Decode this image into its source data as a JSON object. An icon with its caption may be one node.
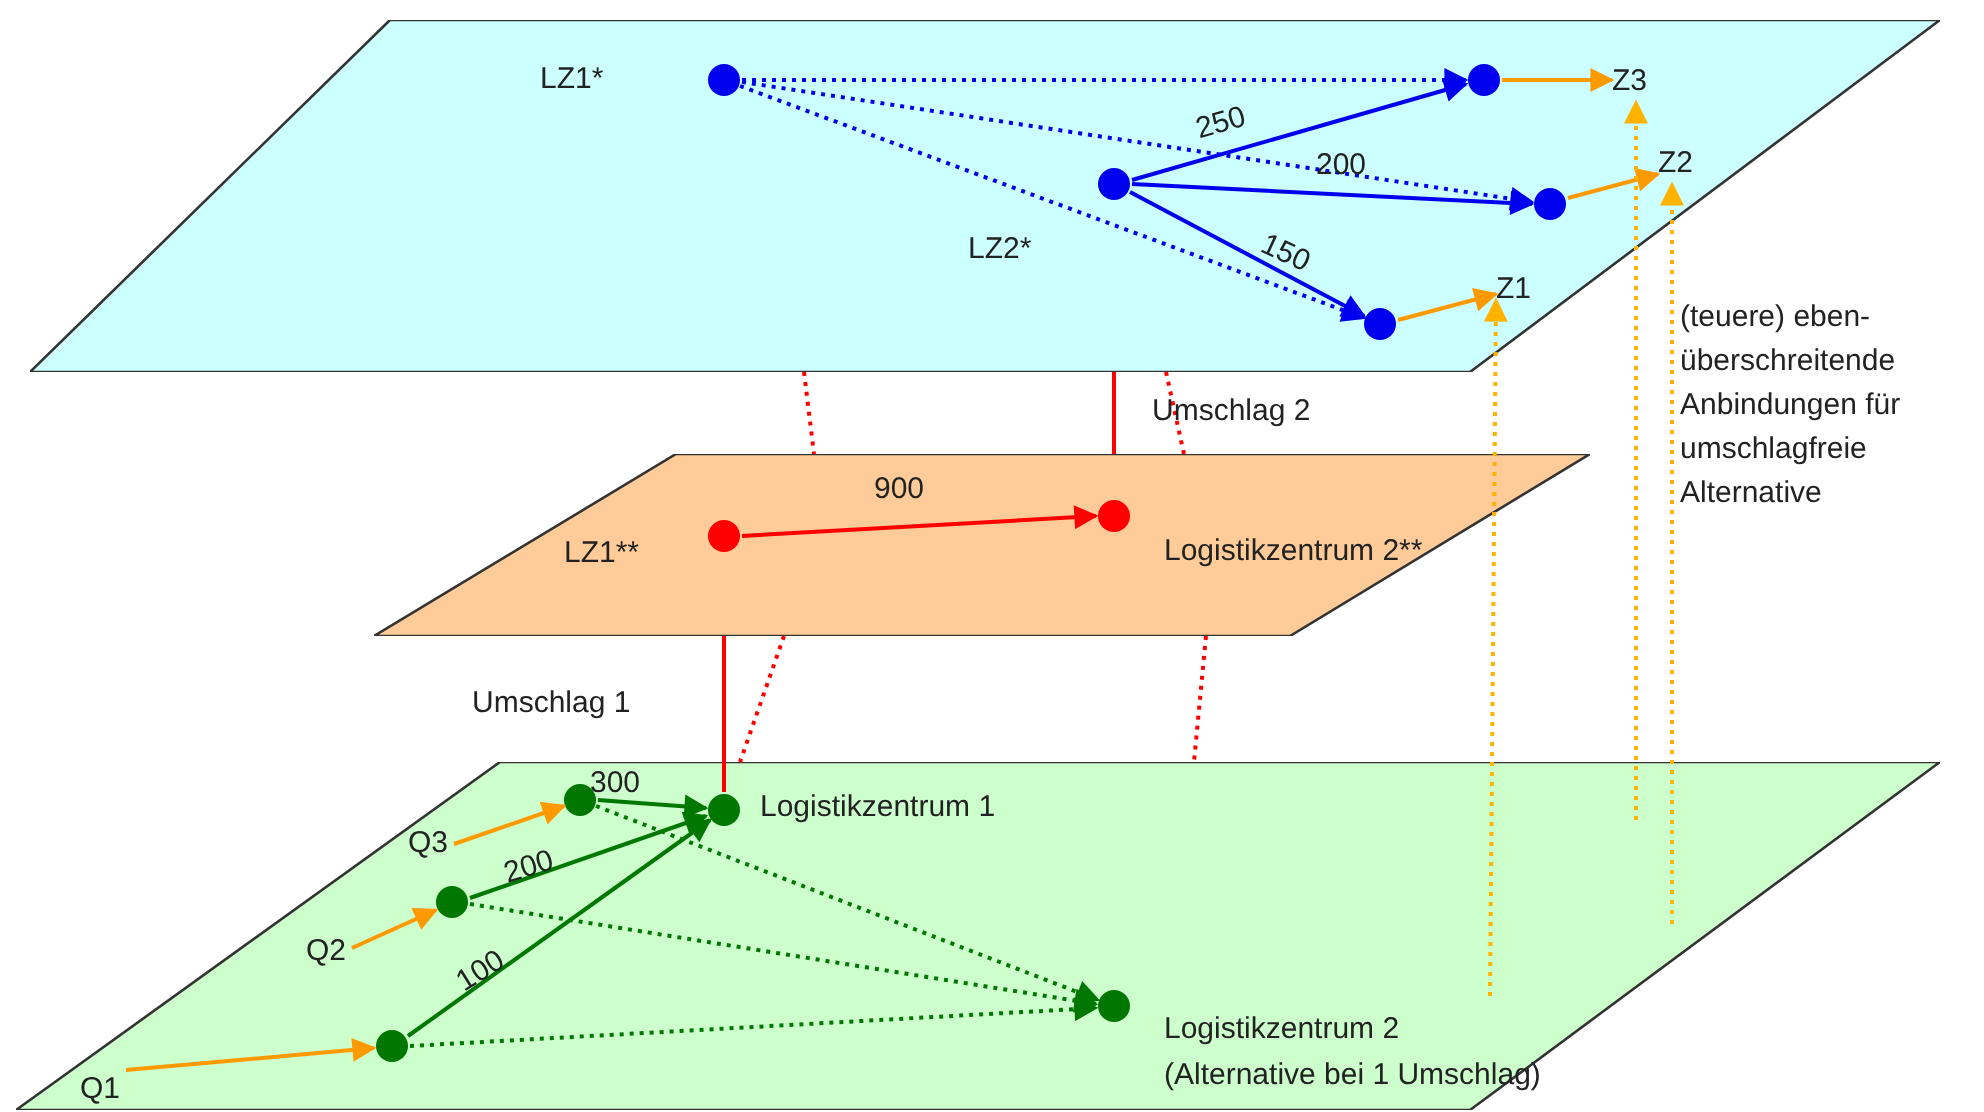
{
  "diagram": {
    "nodes": [
      {
        "text": [],
        "shape": "parallelogram"
      },
      {
        "text": [
          "LZ1*"
        ],
        "in": 0
      },
      {
        "text": [
          "LZ2*"
        ],
        "in": 0
      },
      {
        "text": [],
        "shape": "circle",
        "in": 0
      },
      {
        "text": [],
        "shape": "circle",
        "in": 0
      },
      {
        "text": [],
        "shape": "circle",
        "in": 0
      },
      {
        "text": [
          "Z3"
        ],
        "in": 0
      },
      {
        "text": [
          "Z2"
        ],
        "in": 0
      },
      {
        "text": [
          "Z1"
        ],
        "in": 0
      },
      {
        "text": [],
        "shape": "parallelogram"
      },
      {
        "text": [
          "LZ1**"
        ],
        "in": 9
      },
      {
        "text": [
          "Logistikzentrum 2**"
        ],
        "in": 9
      },
      {
        "text": [],
        "shape": "parallelogram"
      },
      {
        "text": [
          "Q3"
        ],
        "in": 12
      },
      {
        "text": [
          "Q2"
        ],
        "in": 12
      },
      {
        "text": [
          "Q1"
        ],
        "in": 12
      },
      {
        "text": [
          "Logistikzentrum 1"
        ],
        "in": 12
      },
      {
        "text": [
          "Logistikzentrum 2",
          "(Alternative bei 1 Umschlag)"
        ],
        "in": 12
      },
      {
        "text": [],
        "shape": "circle",
        "in": 12
      },
      {
        "text": [],
        "shape": "circle",
        "in": 12
      },
      {
        "text": [],
        "shape": "circle",
        "in": 12
      }
    ],
    "edges": [
      {
        "from": 1,
        "to": 3,
        "arrow": "to",
        "style": "dashed",
        "color": "#0000ee"
      },
      {
        "from": 1,
        "to": 4,
        "arrow": "to",
        "style": "dashed",
        "color": "#0000ee"
      },
      {
        "from": 1,
        "to": 5,
        "arrow": "to",
        "style": "dashed",
        "color": "#0000ee"
      },
      {
        "from": 2,
        "to": 3,
        "arrow": "to",
        "label": "250",
        "color": "#0000ee"
      },
      {
        "from": 2,
        "to": 4,
        "arrow": "to",
        "label": "200",
        "color": "#0000ee"
      },
      {
        "from": 2,
        "to": 5,
        "arrow": "to",
        "label": "150",
        "color": "#0000ee"
      },
      {
        "from": 3,
        "to": 6,
        "arrow": "to",
        "color": "#ff9900"
      },
      {
        "from": 4,
        "to": 7,
        "arrow": "to",
        "color": "#ff9900"
      },
      {
        "from": 5,
        "to": 8,
        "arrow": "to",
        "color": "#ff9900"
      },
      {
        "from": 0,
        "to": 9,
        "arrow": "none",
        "style": "dashed",
        "color": "#ff0000"
      },
      {
        "from": 0,
        "to": 9,
        "arrow": "none",
        "style": "dashed",
        "color": "#ff0000"
      },
      {
        "from": 2,
        "to": 11,
        "arrow": "none",
        "label": "Umschlag 2",
        "color": "#ff0000"
      },
      {
        "from": 10,
        "to": 11,
        "arrow": "to",
        "label": "900",
        "color": "#ff0000"
      },
      {
        "from": 9,
        "to": 12,
        "arrow": "none",
        "style": "dashed",
        "color": "#ff0000"
      },
      {
        "from": 9,
        "to": 12,
        "arrow": "none",
        "style": "dashed",
        "color": "#ff0000"
      },
      {
        "from": 10,
        "to": 16,
        "arrow": "none",
        "label": "Umschlag 1",
        "color": "#ff0000"
      },
      {
        "from": 13,
        "to": 18,
        "arrow": "to",
        "color": "#ff9900"
      },
      {
        "from": 14,
        "to": 19,
        "arrow": "to",
        "color": "#ff9900"
      },
      {
        "from": 15,
        "to": 20,
        "arrow": "to",
        "color": "#ff9900"
      },
      {
        "from": 18,
        "to": 16,
        "arrow": "to",
        "label": "300",
        "color": "#007700"
      },
      {
        "from": 19,
        "to": 16,
        "arrow": "to",
        "label": "200",
        "color": "#007700"
      },
      {
        "from": 20,
        "to": 16,
        "arrow": "to",
        "label": "100",
        "color": "#007700"
      },
      {
        "from": 18,
        "to": 17,
        "arrow": "to",
        "style": "dashed",
        "color": "#007700"
      },
      {
        "from": 19,
        "to": 17,
        "arrow": "to",
        "style": "dashed",
        "color": "#007700"
      },
      {
        "from": 20,
        "to": 17,
        "arrow": "to",
        "style": "dashed",
        "color": "#007700"
      },
      {
        "from": 17,
        "to": 8,
        "arrow": "to",
        "style": "dashed",
        "color": "#ffb300"
      },
      {
        "from": null,
        "to": 6,
        "arrow": "to",
        "style": "dashed",
        "color": "#ffb300"
      },
      {
        "from": null,
        "to": 7,
        "arrow": "to",
        "style": "dashed",
        "color": "#ffb300"
      }
    ],
    "labels": [
      "(teuere) eben- überschreitende Anbindungen für umschlagfreie Alternative"
    ]
  }
}
